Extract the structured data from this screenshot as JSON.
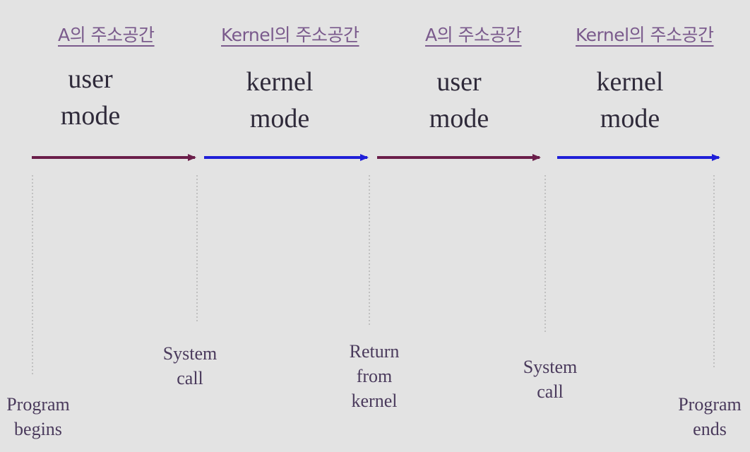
{
  "segments": [
    {
      "space": "A의 주소공간",
      "mode_line1": "user",
      "mode_line2": "mode",
      "arrow_color": "#6b1e4a"
    },
    {
      "space": "Kernel의 주소공간",
      "mode_line1": "kernel",
      "mode_line2": "mode",
      "arrow_color": "#1f1fd8"
    },
    {
      "space": "A의 주소공간",
      "mode_line1": "user",
      "mode_line2": "mode",
      "arrow_color": "#6b1e4a"
    },
    {
      "space": "Kernel의 주소공간",
      "mode_line1": "kernel",
      "mode_line2": "mode",
      "arrow_color": "#1f1fd8"
    }
  ],
  "events": [
    {
      "line1": "Program",
      "line2": "begins",
      "line3": ""
    },
    {
      "line1": "System",
      "line2": "call",
      "line3": ""
    },
    {
      "line1": "Return",
      "line2": "from",
      "line3": "kernel"
    },
    {
      "line1": "System",
      "line2": "call",
      "line3": ""
    },
    {
      "line1": "Program",
      "line2": "ends",
      "line3": ""
    }
  ]
}
